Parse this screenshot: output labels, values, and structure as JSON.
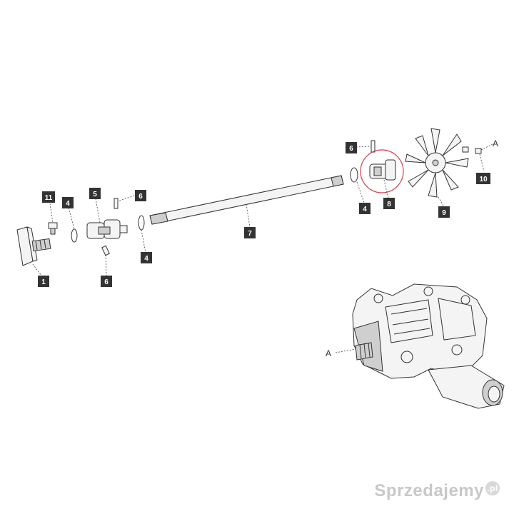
{
  "callouts": {
    "c1": "1",
    "c4a": "4",
    "c11": "11",
    "c5": "5",
    "c6a": "6",
    "c6b": "6",
    "c4b": "4",
    "c7": "7",
    "c6c": "6",
    "c4c": "4",
    "c8": "8",
    "c9": "9",
    "c10": "10"
  },
  "refs": {
    "a_top": "A",
    "a_bottom": "A"
  },
  "watermark": {
    "brand": "Sprzedajemy",
    "tld": ".pl"
  },
  "colors": {
    "callout_bg": "#333333",
    "highlight": "#d04050"
  }
}
